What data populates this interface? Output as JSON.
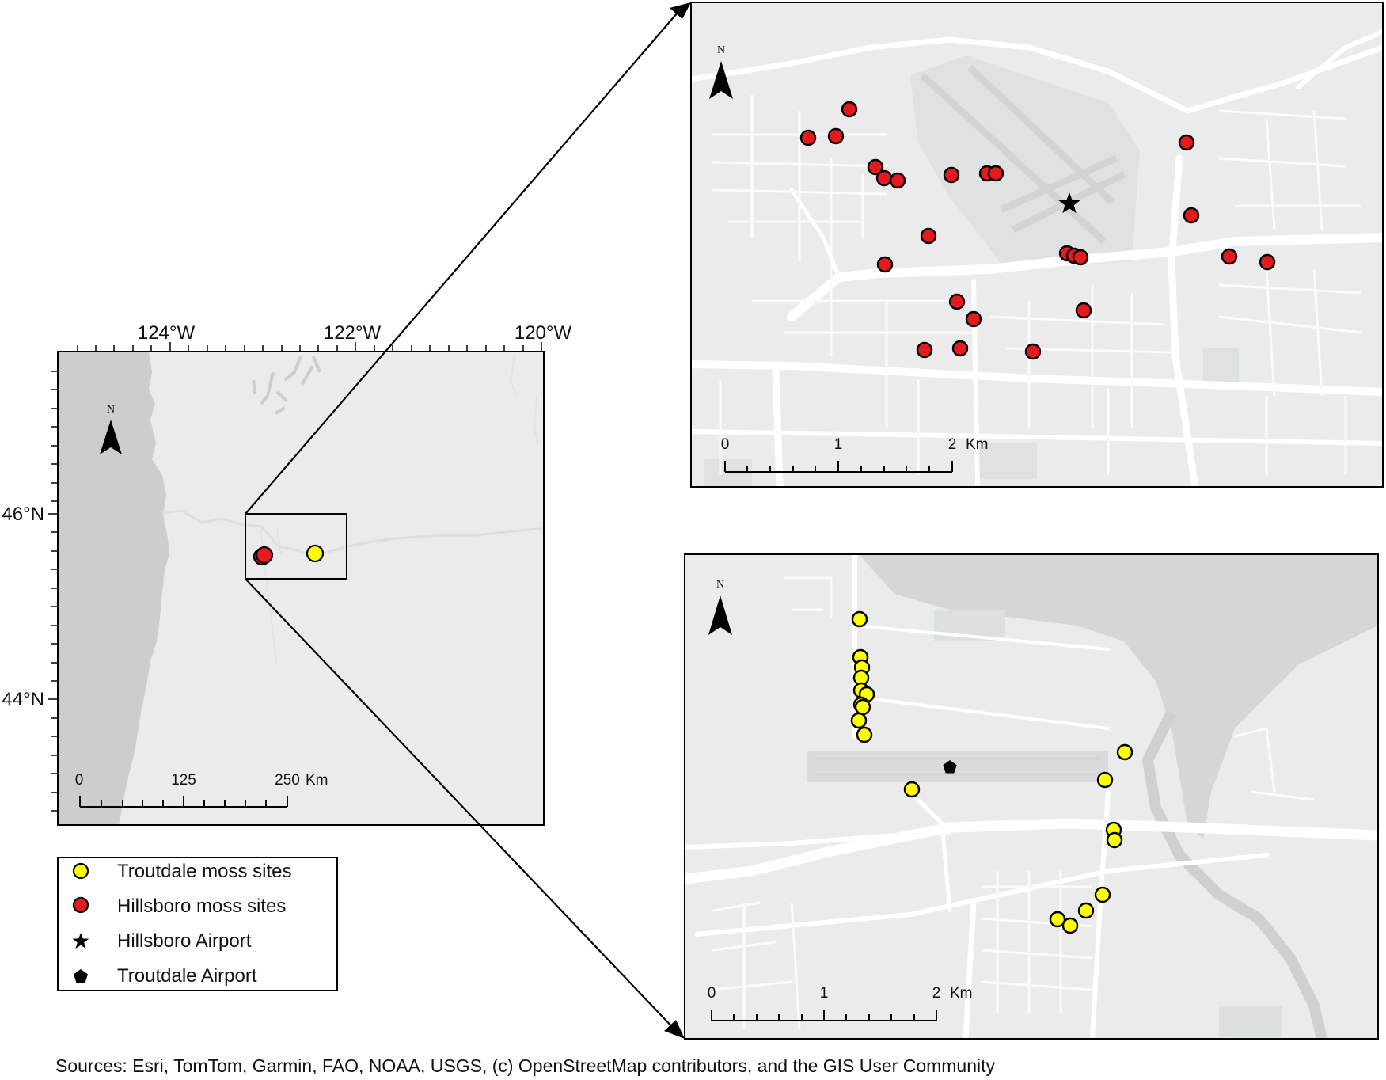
{
  "overview_map": {
    "lon_labels": [
      "124°W",
      "122°W",
      "120°W"
    ],
    "lat_labels": [
      "46°N",
      "44°N"
    ],
    "scale_labels": [
      "0",
      "125",
      "250",
      "Km"
    ],
    "north_label": "N",
    "sites": [
      {
        "group": "hillsboro",
        "lon": -123.0,
        "lat": 45.53
      },
      {
        "group": "troutdale",
        "lon": -122.4,
        "lat": 45.55
      }
    ]
  },
  "hillsboro_inset": {
    "north_label": "N",
    "scale_labels": [
      "0",
      "1",
      "2",
      "Km"
    ],
    "airport_symbol": "star",
    "sites": [
      [
        1073,
        138
      ],
      [
        1056,
        172
      ],
      [
        1021,
        174
      ],
      [
        1106,
        211
      ],
      [
        1117,
        225
      ],
      [
        1134,
        228
      ],
      [
        1202,
        221
      ],
      [
        1247,
        219
      ],
      [
        1258,
        219
      ],
      [
        1499,
        180
      ],
      [
        1505,
        272
      ],
      [
        1173,
        298
      ],
      [
        1118,
        334
      ],
      [
        1348,
        320
      ],
      [
        1357,
        323
      ],
      [
        1365,
        325
      ],
      [
        1553,
        324
      ],
      [
        1601,
        331
      ],
      [
        1209,
        381
      ],
      [
        1230,
        403
      ],
      [
        1369,
        392
      ],
      [
        1168,
        442
      ],
      [
        1213,
        440
      ],
      [
        1305,
        444
      ]
    ]
  },
  "troutdale_inset": {
    "north_label": "N",
    "scale_labels": [
      "0",
      "1",
      "2",
      "Km"
    ],
    "airport_symbol": "pentagon",
    "sites": [
      [
        1086,
        782
      ],
      [
        1087,
        830
      ],
      [
        1089,
        843
      ],
      [
        1088,
        856
      ],
      [
        1088,
        872
      ],
      [
        1095,
        877
      ],
      [
        1088,
        890
      ],
      [
        1090,
        893
      ],
      [
        1085,
        910
      ],
      [
        1092,
        928
      ],
      [
        1152,
        997
      ],
      [
        1421,
        950
      ],
      [
        1396,
        985
      ],
      [
        1407,
        1048
      ],
      [
        1408,
        1061
      ],
      [
        1393,
        1130
      ],
      [
        1372,
        1150
      ],
      [
        1336,
        1161
      ],
      [
        1352,
        1169
      ]
    ]
  },
  "legend": {
    "items": [
      {
        "label": "Troutdale moss sites",
        "symbol": "circle",
        "color": "#ffff00"
      },
      {
        "label": "Hillsboro moss sites",
        "symbol": "circle",
        "color": "#e41a1c"
      },
      {
        "label": "Hillsboro Airport",
        "symbol": "star",
        "color": "#000000"
      },
      {
        "label": "Troutdale Airport",
        "symbol": "pentagon",
        "color": "#000000"
      }
    ]
  },
  "sources_text": "Sources:  Esri, TomTom, Garmin, FAO, NOAA, USGS, (c) OpenStreetMap contributors, and the GIS User Community",
  "colors": {
    "land": "#ebebeb",
    "ocean": "#cdcdcd",
    "roads": "#ffffff",
    "troutdale_site": "#ffff00",
    "hillsboro_site": "#e41a1c",
    "outline": "#000000"
  }
}
